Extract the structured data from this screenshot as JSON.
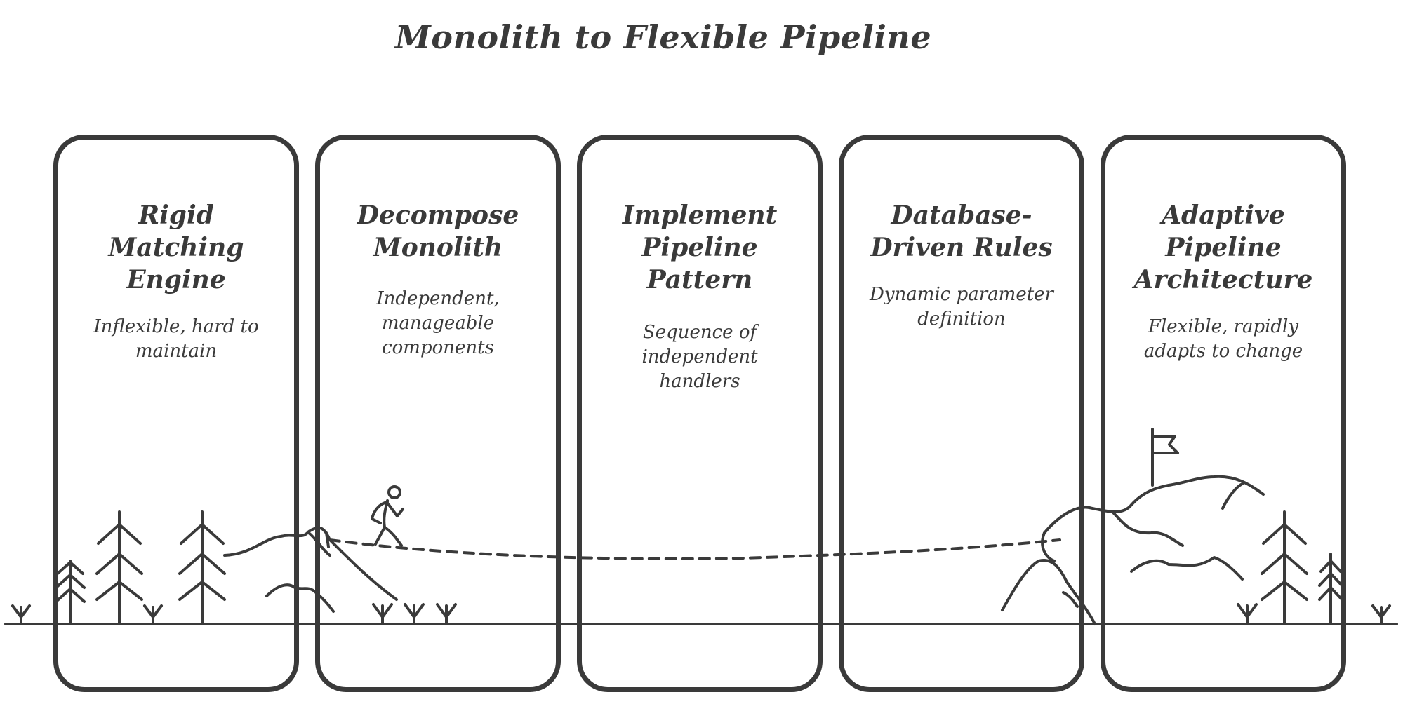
{
  "title": "Monolith to Flexible Pipeline",
  "steps": [
    {
      "title": [
        "Rigid",
        "Matching",
        "Engine"
      ],
      "description": [
        "Inflexible, hard to",
        "maintain"
      ]
    },
    {
      "title": [
        "Decompose",
        "Monolith"
      ],
      "description": [
        "Independent,",
        "manageable",
        "components"
      ]
    },
    {
      "title": [
        "Implement",
        "Pipeline",
        "Pattern"
      ],
      "description": [
        "Sequence of",
        "independent",
        "handlers"
      ]
    },
    {
      "title": [
        "Database-",
        "Driven Rules"
      ],
      "description": [
        "Dynamic parameter",
        "definition"
      ]
    },
    {
      "title": [
        "Adaptive",
        "Pipeline",
        "Architecture"
      ],
      "description": [
        "Flexible, rapidly",
        "adapts to change"
      ]
    }
  ],
  "icons": [
    "pine-tree-icon",
    "hiker-icon",
    "mountain-icon",
    "flag-icon",
    "grass-tuft-icon"
  ],
  "colors": {
    "ink": "#3a3a3a",
    "background": "#ffffff"
  }
}
